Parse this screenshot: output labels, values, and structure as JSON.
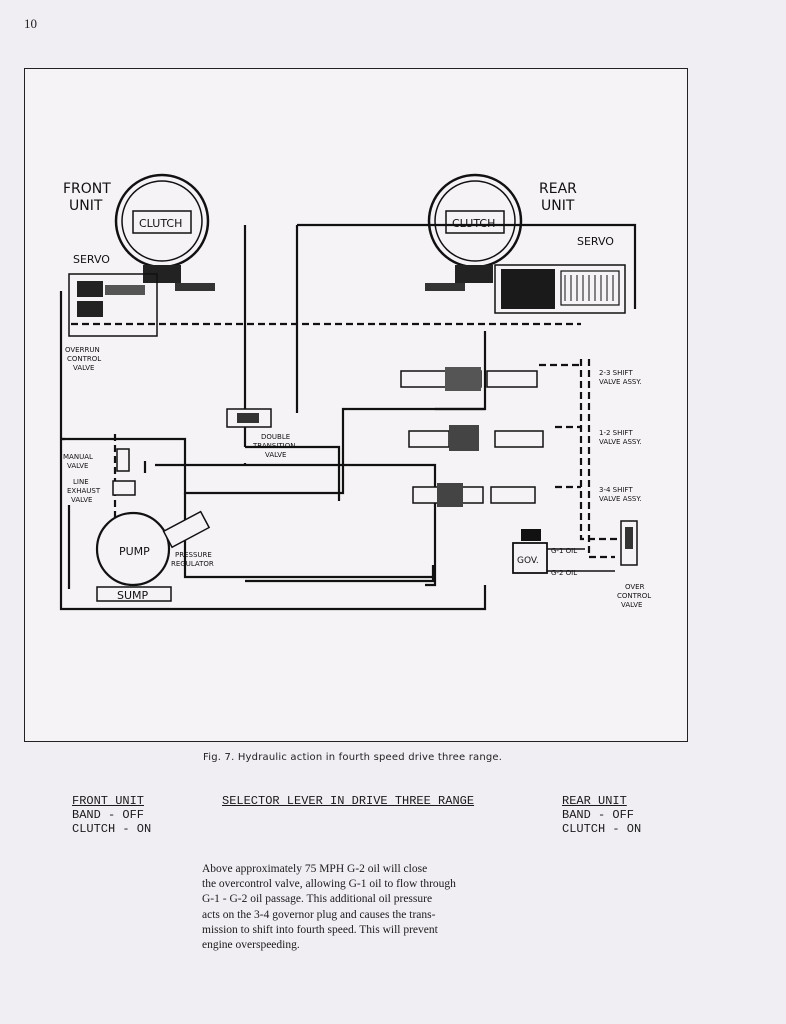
{
  "page_number": "10",
  "diagram": {
    "front_unit_title": [
      "FRONT",
      "UNIT"
    ],
    "rear_unit_title": [
      "REAR",
      "UNIT"
    ],
    "clutch_label": "CLUTCH",
    "servo_label": "SERVO",
    "overrun_valve": [
      "OVERRUN",
      "CONTROL",
      "VALVE"
    ],
    "double_transition": [
      "DOUBLE",
      "TRANSITION",
      "VALVE"
    ],
    "manual_valve": [
      "MANUAL",
      "VALVE"
    ],
    "line_exhaust": [
      "LINE",
      "EXHAUST",
      "VALVE"
    ],
    "pump_label": "PUMP",
    "pressure_regulator": [
      "PRESSURE",
      "REGULATOR"
    ],
    "sump_label": "SUMP",
    "shift_23": [
      "2-3 SHIFT",
      "VALVE ASSY."
    ],
    "shift_12": [
      "1-2 SHIFT",
      "VALVE ASSY."
    ],
    "shift_34": [
      "3-4 SHIFT",
      "VALVE ASSY."
    ],
    "gov_label": "GOV.",
    "g1_oil": "G-1 OIL",
    "g2_oil": "G-2 OIL",
    "over_control": [
      "OVER",
      "CONTROL",
      "VALVE"
    ]
  },
  "caption": "Fig. 7.  Hydraulic action in fourth speed drive three range.",
  "front_unit_status": [
    "FRONT UNIT",
    "BAND - OFF",
    "CLUTCH - ON"
  ],
  "selector_heading": "SELECTOR LEVER IN DRIVE THREE RANGE",
  "rear_unit_status": [
    "REAR UNIT",
    "BAND - OFF",
    "CLUTCH - ON"
  ],
  "paragraph_lines": [
    "Above approximately 75 MPH G-2 oil will close",
    "the overcontrol valve, allowing G-1 oil to flow through",
    "G-1 - G-2 oil passage. This additional oil pressure",
    "acts on the 3-4 governor plug and causes the trans-",
    "mission to shift into fourth speed. This will prevent",
    "engine overspeeding."
  ]
}
